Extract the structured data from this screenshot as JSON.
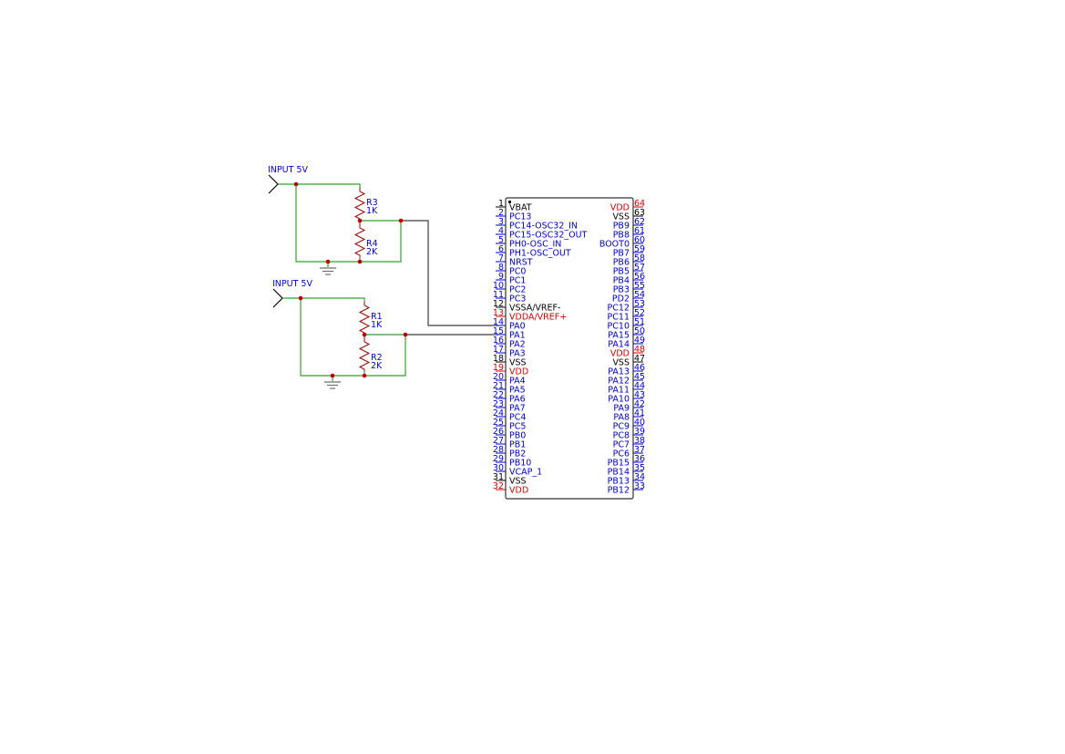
{
  "colors": {
    "wire": "#2fa32f",
    "bus": "#3c3c3c",
    "resistor": "#a00000",
    "junction": "#c00000",
    "ground": "#6e6e6e",
    "label": "#0000c8",
    "pin_signal": "#0000c8",
    "pin_power_in": "#d40000",
    "pin_power_out": "#000000",
    "ic_outline": "#333333"
  },
  "inputs": [
    {
      "label": "INPUT 5V"
    },
    {
      "label": "INPUT 5V"
    }
  ],
  "resistors": [
    {
      "ref": "R3",
      "value": "1K"
    },
    {
      "ref": "R4",
      "value": "2K"
    },
    {
      "ref": "R1",
      "value": "1K"
    },
    {
      "ref": "R2",
      "value": "2K"
    }
  ],
  "ic": {
    "left_pins": [
      {
        "num": "1",
        "name": "VBAT",
        "kind": "out"
      },
      {
        "num": "2",
        "name": "PC13",
        "kind": "sig"
      },
      {
        "num": "3",
        "name": "PC14-OSC32_IN",
        "kind": "sig"
      },
      {
        "num": "4",
        "name": "PC15-OSC32_OUT",
        "kind": "sig"
      },
      {
        "num": "5",
        "name": "PH0-OSC_IN",
        "kind": "sig"
      },
      {
        "num": "6",
        "name": "PH1-OSC_OUT",
        "kind": "sig"
      },
      {
        "num": "7",
        "name": "NRST",
        "kind": "sig"
      },
      {
        "num": "8",
        "name": "PC0",
        "kind": "sig"
      },
      {
        "num": "9",
        "name": "PC1",
        "kind": "sig"
      },
      {
        "num": "10",
        "name": "PC2",
        "kind": "sig"
      },
      {
        "num": "11",
        "name": "PC3",
        "kind": "sig"
      },
      {
        "num": "12",
        "name": "VSSA/VREF-",
        "kind": "out"
      },
      {
        "num": "13",
        "name": "VDDA/VREF+",
        "kind": "pwr"
      },
      {
        "num": "14",
        "name": "PA0",
        "kind": "sig"
      },
      {
        "num": "15",
        "name": "PA1",
        "kind": "sig"
      },
      {
        "num": "16",
        "name": "PA2",
        "kind": "sig"
      },
      {
        "num": "17",
        "name": "PA3",
        "kind": "sig"
      },
      {
        "num": "18",
        "name": "VSS",
        "kind": "out"
      },
      {
        "num": "19",
        "name": "VDD",
        "kind": "pwr"
      },
      {
        "num": "20",
        "name": "PA4",
        "kind": "sig"
      },
      {
        "num": "21",
        "name": "PA5",
        "kind": "sig"
      },
      {
        "num": "22",
        "name": "PA6",
        "kind": "sig"
      },
      {
        "num": "23",
        "name": "PA7",
        "kind": "sig"
      },
      {
        "num": "24",
        "name": "PC4",
        "kind": "sig"
      },
      {
        "num": "25",
        "name": "PC5",
        "kind": "sig"
      },
      {
        "num": "26",
        "name": "PB0",
        "kind": "sig"
      },
      {
        "num": "27",
        "name": "PB1",
        "kind": "sig"
      },
      {
        "num": "28",
        "name": "PB2",
        "kind": "sig"
      },
      {
        "num": "29",
        "name": "PB10",
        "kind": "sig"
      },
      {
        "num": "30",
        "name": "VCAP_1",
        "kind": "sig"
      },
      {
        "num": "31",
        "name": "VSS",
        "kind": "out"
      },
      {
        "num": "32",
        "name": "VDD",
        "kind": "pwr"
      }
    ],
    "right_pins": [
      {
        "num": "64",
        "name": "VDD",
        "kind": "pwr"
      },
      {
        "num": "63",
        "name": "VSS",
        "kind": "out"
      },
      {
        "num": "62",
        "name": "PB9",
        "kind": "sig"
      },
      {
        "num": "61",
        "name": "PB8",
        "kind": "sig"
      },
      {
        "num": "60",
        "name": "BOOT0",
        "kind": "sig"
      },
      {
        "num": "59",
        "name": "PB7",
        "kind": "sig"
      },
      {
        "num": "58",
        "name": "PB6",
        "kind": "sig"
      },
      {
        "num": "57",
        "name": "PB5",
        "kind": "sig"
      },
      {
        "num": "56",
        "name": "PB4",
        "kind": "sig"
      },
      {
        "num": "55",
        "name": "PB3",
        "kind": "sig"
      },
      {
        "num": "54",
        "name": "PD2",
        "kind": "sig"
      },
      {
        "num": "53",
        "name": "PC12",
        "kind": "sig"
      },
      {
        "num": "52",
        "name": "PC11",
        "kind": "sig"
      },
      {
        "num": "51",
        "name": "PC10",
        "kind": "sig"
      },
      {
        "num": "50",
        "name": "PA15",
        "kind": "sig"
      },
      {
        "num": "49",
        "name": "PA14",
        "kind": "sig"
      },
      {
        "num": "48",
        "name": "VDD",
        "kind": "pwr"
      },
      {
        "num": "47",
        "name": "VSS",
        "kind": "out"
      },
      {
        "num": "46",
        "name": "PA13",
        "kind": "sig"
      },
      {
        "num": "45",
        "name": "PA12",
        "kind": "sig"
      },
      {
        "num": "44",
        "name": "PA11",
        "kind": "sig"
      },
      {
        "num": "43",
        "name": "PA10",
        "kind": "sig"
      },
      {
        "num": "42",
        "name": "PA9",
        "kind": "sig"
      },
      {
        "num": "41",
        "name": "PA8",
        "kind": "sig"
      },
      {
        "num": "40",
        "name": "PC9",
        "kind": "sig"
      },
      {
        "num": "39",
        "name": "PC8",
        "kind": "sig"
      },
      {
        "num": "38",
        "name": "PC7",
        "kind": "sig"
      },
      {
        "num": "37",
        "name": "PC6",
        "kind": "sig"
      },
      {
        "num": "36",
        "name": "PB15",
        "kind": "sig"
      },
      {
        "num": "35",
        "name": "PB14",
        "kind": "sig"
      },
      {
        "num": "34",
        "name": "PB13",
        "kind": "sig"
      },
      {
        "num": "33",
        "name": "PB12",
        "kind": "sig"
      }
    ]
  }
}
